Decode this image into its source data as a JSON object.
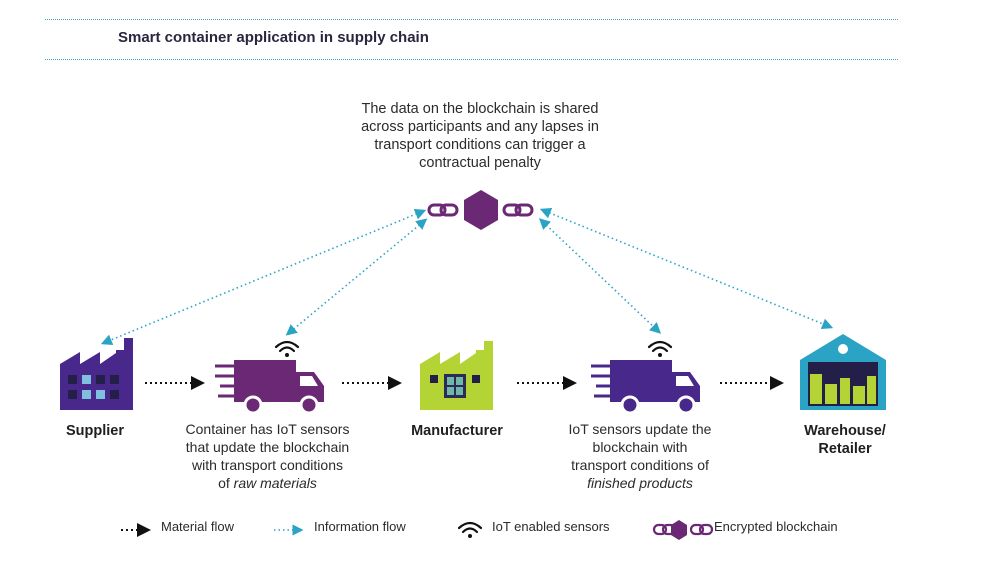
{
  "title": "Smart container application in supply chain",
  "blockchain_note": [
    "The data on the blockchain is shared",
    "across participants and any lapses in",
    "transport conditions can trigger a",
    "contractual penalty"
  ],
  "nodes": {
    "supplier": "Supplier",
    "manufacturer": "Manufacturer",
    "warehouse_line1": "Warehouse/",
    "warehouse_line2": "Retailer"
  },
  "truck1_desc": {
    "line1": "Container has IoT sensors",
    "line2": "that update the blockchain",
    "line3": "with transport conditions",
    "line4_prefix": "of ",
    "line4_italic": "raw materials"
  },
  "truck2_desc": {
    "line1": "IoT sensors update the",
    "line2": "blockchain with",
    "line3": "transport conditions of",
    "line4_italic": "finished products"
  },
  "legend": {
    "material_flow": "Material flow",
    "information_flow": "Information flow",
    "iot_sensors": "IoT enabled sensors",
    "blockchain": "Encrypted blockchain"
  },
  "colors": {
    "purple": "#6b2874",
    "violet": "#48288a",
    "lime": "#b4d334",
    "teal": "#2aa3c4",
    "navy": "#241f49"
  }
}
